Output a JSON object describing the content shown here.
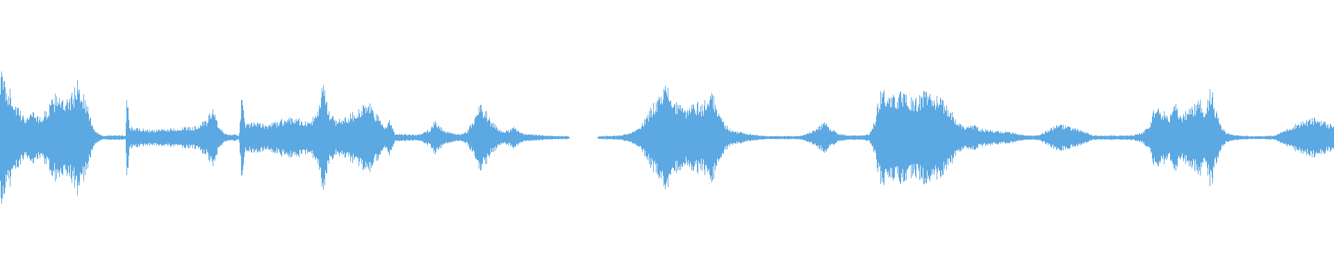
{
  "waveform": {
    "color": "#5ca8e2",
    "background": "#ffffff",
    "amplitude_envelope": [
      [
        0.0,
        0.62
      ],
      [
        0.004,
        0.5
      ],
      [
        0.008,
        0.42
      ],
      [
        0.012,
        0.3
      ],
      [
        0.018,
        0.18
      ],
      [
        0.024,
        0.26
      ],
      [
        0.03,
        0.18
      ],
      [
        0.036,
        0.28
      ],
      [
        0.04,
        0.36
      ],
      [
        0.044,
        0.44
      ],
      [
        0.048,
        0.3
      ],
      [
        0.054,
        0.4
      ],
      [
        0.058,
        0.52
      ],
      [
        0.062,
        0.42
      ],
      [
        0.066,
        0.26
      ],
      [
        0.07,
        0.08
      ],
      [
        0.076,
        0.02
      ],
      [
        0.084,
        0.02
      ],
      [
        0.094,
        0.02
      ],
      [
        0.095,
        0.4
      ],
      [
        0.097,
        0.1
      ],
      [
        0.105,
        0.08
      ],
      [
        0.115,
        0.07
      ],
      [
        0.125,
        0.08
      ],
      [
        0.135,
        0.09
      ],
      [
        0.145,
        0.1
      ],
      [
        0.155,
        0.16
      ],
      [
        0.16,
        0.3
      ],
      [
        0.163,
        0.12
      ],
      [
        0.168,
        0.04
      ],
      [
        0.175,
        0.03
      ],
      [
        0.179,
        0.02
      ],
      [
        0.181,
        0.38
      ],
      [
        0.184,
        0.12
      ],
      [
        0.19,
        0.14
      ],
      [
        0.2,
        0.12
      ],
      [
        0.21,
        0.16
      ],
      [
        0.22,
        0.2
      ],
      [
        0.23,
        0.14
      ],
      [
        0.238,
        0.22
      ],
      [
        0.242,
        0.55
      ],
      [
        0.246,
        0.24
      ],
      [
        0.252,
        0.16
      ],
      [
        0.26,
        0.2
      ],
      [
        0.268,
        0.26
      ],
      [
        0.276,
        0.32
      ],
      [
        0.282,
        0.22
      ],
      [
        0.288,
        0.1
      ],
      [
        0.292,
        0.16
      ],
      [
        0.296,
        0.04
      ],
      [
        0.305,
        0.03
      ],
      [
        0.315,
        0.03
      ],
      [
        0.322,
        0.08
      ],
      [
        0.326,
        0.16
      ],
      [
        0.33,
        0.1
      ],
      [
        0.336,
        0.05
      ],
      [
        0.344,
        0.03
      ],
      [
        0.35,
        0.06
      ],
      [
        0.356,
        0.18
      ],
      [
        0.36,
        0.32
      ],
      [
        0.364,
        0.26
      ],
      [
        0.368,
        0.16
      ],
      [
        0.374,
        0.08
      ],
      [
        0.38,
        0.06
      ],
      [
        0.386,
        0.1
      ],
      [
        0.392,
        0.04
      ],
      [
        0.4,
        0.03
      ],
      [
        0.41,
        0.02
      ],
      [
        0.42,
        0.015
      ],
      [
        0.426,
        0.015
      ],
      [
        0.427,
        0.0
      ],
      [
        0.448,
        0.0
      ],
      [
        0.449,
        0.015
      ],
      [
        0.465,
        0.02
      ],
      [
        0.472,
        0.04
      ],
      [
        0.478,
        0.08
      ],
      [
        0.484,
        0.18
      ],
      [
        0.49,
        0.32
      ],
      [
        0.496,
        0.46
      ],
      [
        0.5,
        0.48
      ],
      [
        0.504,
        0.36
      ],
      [
        0.508,
        0.3
      ],
      [
        0.514,
        0.26
      ],
      [
        0.52,
        0.34
      ],
      [
        0.526,
        0.3
      ],
      [
        0.53,
        0.36
      ],
      [
        0.534,
        0.44
      ],
      [
        0.538,
        0.24
      ],
      [
        0.544,
        0.12
      ],
      [
        0.55,
        0.06
      ],
      [
        0.556,
        0.05
      ],
      [
        0.564,
        0.03
      ],
      [
        0.57,
        0.02
      ],
      [
        0.575,
        0.015
      ],
      [
        0.585,
        0.015
      ],
      [
        0.596,
        0.015
      ],
      [
        0.602,
        0.02
      ],
      [
        0.608,
        0.06
      ],
      [
        0.614,
        0.1
      ],
      [
        0.618,
        0.14
      ],
      [
        0.622,
        0.1
      ],
      [
        0.628,
        0.04
      ],
      [
        0.636,
        0.02
      ],
      [
        0.646,
        0.02
      ],
      [
        0.652,
        0.04
      ],
      [
        0.656,
        0.16
      ],
      [
        0.66,
        0.42
      ],
      [
        0.664,
        0.44
      ],
      [
        0.668,
        0.36
      ],
      [
        0.674,
        0.42
      ],
      [
        0.68,
        0.38
      ],
      [
        0.686,
        0.34
      ],
      [
        0.69,
        0.4
      ],
      [
        0.694,
        0.44
      ],
      [
        0.7,
        0.4
      ],
      [
        0.706,
        0.34
      ],
      [
        0.712,
        0.28
      ],
      [
        0.718,
        0.14
      ],
      [
        0.724,
        0.1
      ],
      [
        0.73,
        0.12
      ],
      [
        0.736,
        0.08
      ],
      [
        0.742,
        0.07
      ],
      [
        0.75,
        0.06
      ],
      [
        0.758,
        0.05
      ],
      [
        0.764,
        0.03
      ],
      [
        0.77,
        0.02
      ],
      [
        0.778,
        0.02
      ],
      [
        0.784,
        0.06
      ],
      [
        0.79,
        0.1
      ],
      [
        0.796,
        0.12
      ],
      [
        0.802,
        0.1
      ],
      [
        0.808,
        0.08
      ],
      [
        0.814,
        0.05
      ],
      [
        0.82,
        0.02
      ],
      [
        0.836,
        0.02
      ],
      [
        0.848,
        0.02
      ],
      [
        0.856,
        0.04
      ],
      [
        0.862,
        0.12
      ],
      [
        0.866,
        0.3
      ],
      [
        0.87,
        0.26
      ],
      [
        0.876,
        0.2
      ],
      [
        0.882,
        0.3
      ],
      [
        0.886,
        0.18
      ],
      [
        0.89,
        0.26
      ],
      [
        0.896,
        0.3
      ],
      [
        0.9,
        0.34
      ],
      [
        0.904,
        0.26
      ],
      [
        0.908,
        0.48
      ],
      [
        0.912,
        0.24
      ],
      [
        0.916,
        0.1
      ],
      [
        0.92,
        0.04
      ],
      [
        0.928,
        0.02
      ],
      [
        0.938,
        0.015
      ],
      [
        0.948,
        0.015
      ],
      [
        0.956,
        0.02
      ],
      [
        0.962,
        0.06
      ],
      [
        0.968,
        0.1
      ],
      [
        0.974,
        0.14
      ],
      [
        0.98,
        0.16
      ],
      [
        0.986,
        0.18
      ],
      [
        0.992,
        0.16
      ],
      [
        0.996,
        0.12
      ],
      [
        1.0,
        0.14
      ]
    ]
  }
}
